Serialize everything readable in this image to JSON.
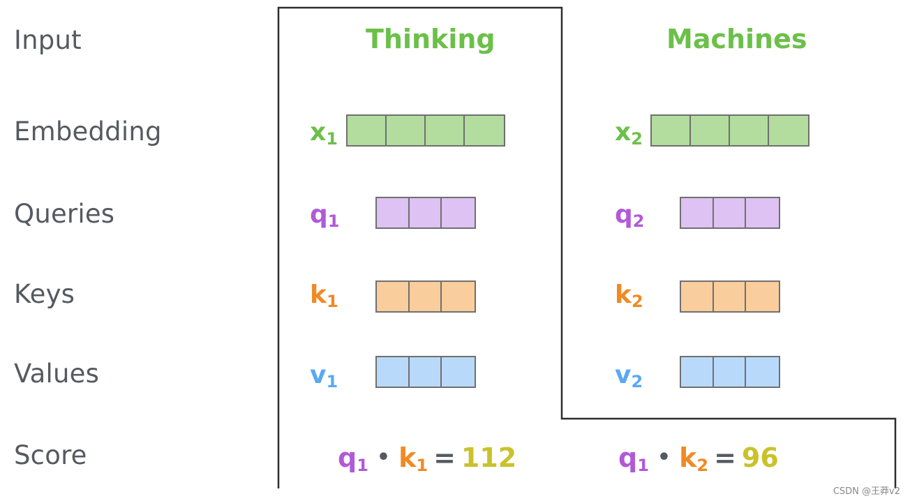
{
  "colors": {
    "text_gray": "#555a60",
    "green_text": "#6cc04a",
    "green_fill": "#b2dd9e",
    "purple_text": "#b15ad8",
    "purple_fill": "#ddc2f3",
    "orange_text": "#f08a24",
    "orange_fill": "#f9cd9c",
    "blue_text": "#5aa9f2",
    "blue_fill": "#b9d9fb",
    "score_yellow": "#c9c22c"
  },
  "rows": {
    "input": "Input",
    "embedding": "Embedding",
    "queries": "Queries",
    "keys": "Keys",
    "values": "Values",
    "score": "Score"
  },
  "words": [
    "Thinking",
    "Machines"
  ],
  "vectors": {
    "x": {
      "letter": "x",
      "subs": [
        "1",
        "2"
      ],
      "cells": 4
    },
    "q": {
      "letter": "q",
      "subs": [
        "1",
        "2"
      ],
      "cells": 3
    },
    "k": {
      "letter": "k",
      "subs": [
        "1",
        "2"
      ],
      "cells": 3
    },
    "v": {
      "letter": "v",
      "subs": [
        "1",
        "2"
      ],
      "cells": 3
    }
  },
  "scores": [
    {
      "q": "q",
      "q_sub": "1",
      "dot": "•",
      "k": "k",
      "k_sub": "1",
      "eq": "=",
      "value": "112"
    },
    {
      "q": "q",
      "q_sub": "1",
      "dot": "•",
      "k": "k",
      "k_sub": "2",
      "eq": "=",
      "value": "96"
    }
  ],
  "watermark": "CSDN @王莽v2"
}
